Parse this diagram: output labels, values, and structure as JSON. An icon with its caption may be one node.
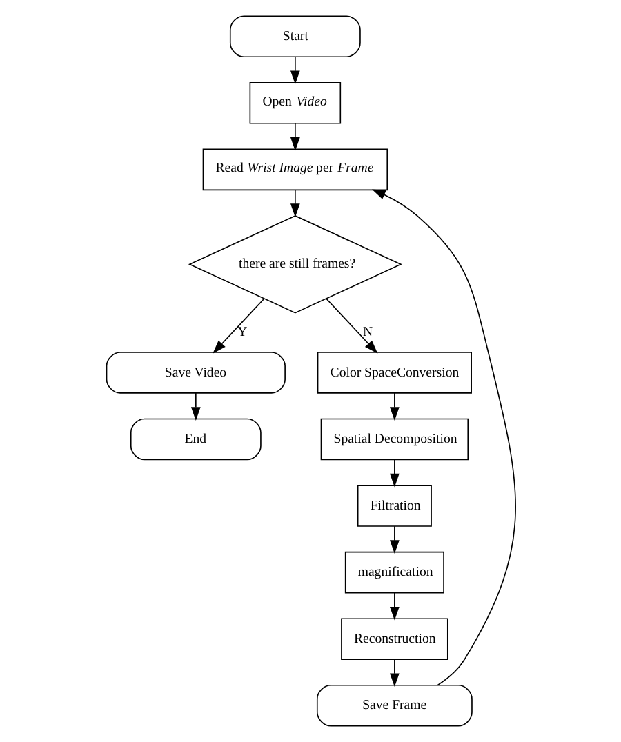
{
  "diagram": {
    "nodes": [
      {
        "text": [
          "Start"
        ]
      },
      {
        "text": [
          "Open *Video*"
        ]
      },
      {
        "text": [
          "Read *Wrist Image* per *Frame*"
        ]
      },
      {
        "text": [
          "there are still frames?"
        ]
      },
      {
        "text": [
          "Save Video"
        ]
      },
      {
        "text": [
          "End"
        ]
      },
      {
        "text": [
          "Color SpaceConversion"
        ]
      },
      {
        "text": [
          "Spatial Decomposition"
        ]
      },
      {
        "text": [
          "Filtration"
        ]
      },
      {
        "text": [
          "magnification"
        ]
      },
      {
        "text": [
          "Reconstruction"
        ]
      },
      {
        "text": [
          "Save Frame"
        ]
      }
    ],
    "edges": [
      {
        "from": 0,
        "to": 1,
        "arrow": "to"
      },
      {
        "from": 1,
        "to": 2,
        "arrow": "to"
      },
      {
        "from": 2,
        "to": 3,
        "arrow": "to"
      },
      {
        "from": 3,
        "to": 4,
        "arrow": "to",
        "label": "Y"
      },
      {
        "from": 4,
        "to": 5,
        "arrow": "to"
      },
      {
        "from": 3,
        "to": 6,
        "arrow": "to",
        "label": "N"
      },
      {
        "from": 6,
        "to": 7,
        "arrow": "to"
      },
      {
        "from": 7,
        "to": 8,
        "arrow": "to"
      },
      {
        "from": 8,
        "to": 9,
        "arrow": "to"
      },
      {
        "from": 9,
        "to": 10,
        "arrow": "to"
      },
      {
        "from": 10,
        "to": 11,
        "arrow": "to"
      },
      {
        "from": 11,
        "to": 2,
        "arrow": "to"
      }
    ]
  }
}
